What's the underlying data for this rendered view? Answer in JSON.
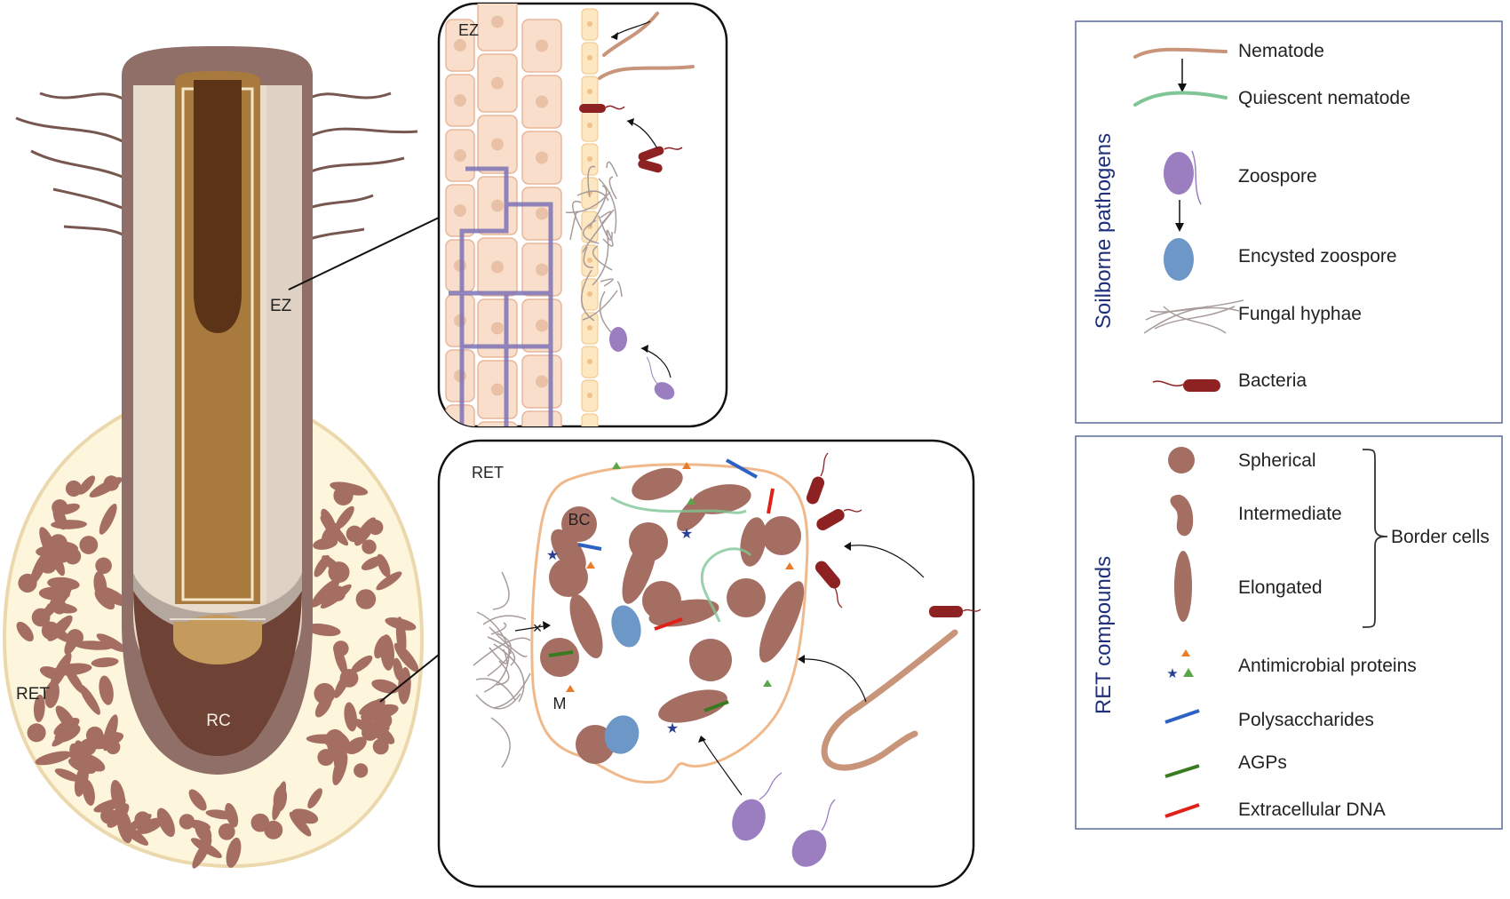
{
  "root": {
    "labels": {
      "ez": "EZ",
      "ret": "RET",
      "rc": "RC"
    }
  },
  "panels": {
    "ez_inset": {
      "label": "EZ"
    },
    "ret_inset": {
      "label": "RET",
      "bc_label": "BC",
      "m_label": "M"
    }
  },
  "legend": {
    "soilborne": {
      "title": "Soilborne pathogens",
      "items": [
        "Nematode",
        "Quiescent nematode",
        "Zoospore",
        "Encysted zoospore",
        "Fungal hyphae",
        "Bacteria"
      ]
    },
    "ret_compounds": {
      "title": "RET compounds",
      "items": [
        "Spherical",
        "Intermediate",
        "Elongated",
        "Antimicrobial proteins",
        "Polysaccharides",
        "AGPs",
        "Extracellular DNA"
      ],
      "border_cells_label": "Border cells"
    }
  },
  "colors": {
    "border_cell": "#a56e62",
    "ret_fill": "#fdf5dc",
    "ret_edge": "#ecd8ad",
    "root_outer": "#8f6f67",
    "root_cortex": "#e8dccd",
    "stele": "#a87a3e",
    "stele_core": "#5b3418",
    "root_cap": "#6e4234",
    "nematode": "#c8957a",
    "quiescent_nematode": "#7fc596",
    "zoospore": "#9a7ec0",
    "encysted_zoospore": "#6d97c7",
    "bacteria": "#8e2222",
    "hyphae": "#a89c9a",
    "polysaccharide": "#2c62c4",
    "agp": "#3a7b22",
    "dna": "#e0211a",
    "amp_orange": "#e97b29",
    "amp_green": "#5aa64a",
    "amp_blue": "#2a3f93",
    "legend_title": "#1f2f7a",
    "legend_border": "#5b6b9a",
    "cell_fill": "#f9dfcb",
    "cell_edge": "#e7b79b",
    "epidermis_fill": "#fce7c0",
    "cell_wall_thick": "#7d74b7"
  }
}
